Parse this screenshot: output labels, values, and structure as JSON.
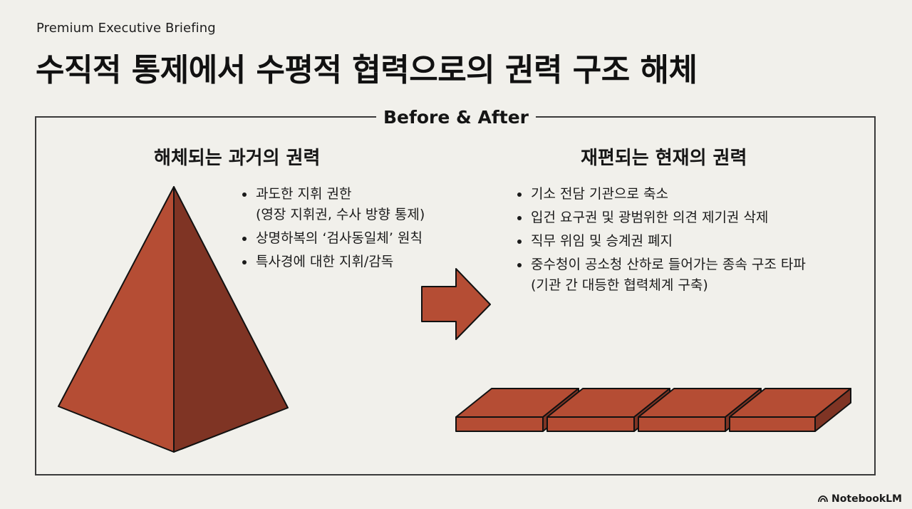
{
  "header": {
    "kicker": "Premium Executive Briefing",
    "title": "수직적 통제에서 수평적 협력으로의 권력 구조 해체"
  },
  "frame": {
    "label": "Before & After"
  },
  "left": {
    "title": "해체되는 과거의 권력",
    "bullets": [
      {
        "line1": "과도한 지휘 권한",
        "line2": "(영장 지휘권, 수사 방향 통제)"
      },
      {
        "line1": "상명하복의 ‘검사동일체’ 원칙",
        "line2": ""
      },
      {
        "line1": "특사경에 대한 지휘/감독",
        "line2": ""
      }
    ]
  },
  "right": {
    "title": "재편되는 현재의 권력",
    "bullets": [
      {
        "line1": "기소 전담 기관으로 축소",
        "line2": ""
      },
      {
        "line1": "입건 요구권 및 광범위한 의견 제기권 삭제",
        "line2": ""
      },
      {
        "line1": "직무 위임 및 승계권 폐지",
        "line2": ""
      },
      {
        "line1": "중수청이 공소청 산하로 들어가는 종속 구조 타파",
        "line2": "(기관 간 대등한 협력체계 구축)"
      }
    ]
  },
  "graphics": {
    "pyramid_icon": "pyramid-icon",
    "arrow_icon": "right-arrow-icon",
    "slabs_icon": "flat-slabs-icon",
    "accent_light": "#b54d34",
    "accent_dark": "#7f3424",
    "slab_count": 4
  },
  "brand": {
    "name": "NotebookLM"
  }
}
